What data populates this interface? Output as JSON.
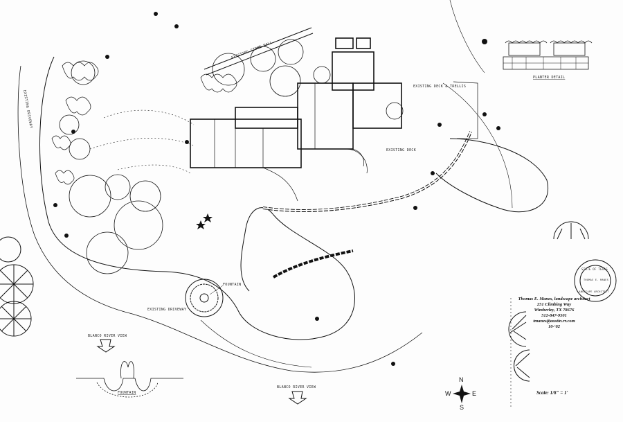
{
  "title_block": {
    "name": "Thomas E. Manes, landscape architect",
    "address": "251 Climbing Way",
    "city": "Wimberley, TX 78676",
    "phone": "512-847-9501",
    "email": "tmanes@austin.rr.com",
    "date": "10-'02"
  },
  "scale": "Scale: 1/8\" = 1'",
  "compass": {
    "n": "N",
    "s": "S",
    "e": "E",
    "w": "W"
  },
  "seal": {
    "text": "STATE OF TEXAS",
    "name": "THOMAS E. MANES",
    "role": "LANDSCAPE ARCHITECT"
  },
  "labels": {
    "blanco_view_left": "BLANCO RIVER VIEW",
    "blanco_view_right": "BLANCO RIVER VIEW",
    "fountain": "FOUNTAIN",
    "fountain_section": "FOUNTAIN",
    "planter_detail": "PLANTER DETAIL",
    "existing_driveway_left": "EXISTING DRIVEWAY",
    "existing_driveway_bottom": "EXISTING DRIVEWAY",
    "existing_stone_wall": "EXISTING STONE WALL",
    "existing_deck": "EXISTING DECK",
    "existing_deck_upper": "EXISTING DECK & TRELLIS"
  },
  "colors": {
    "ink": "#111111",
    "paper": "#fdfdfd"
  }
}
